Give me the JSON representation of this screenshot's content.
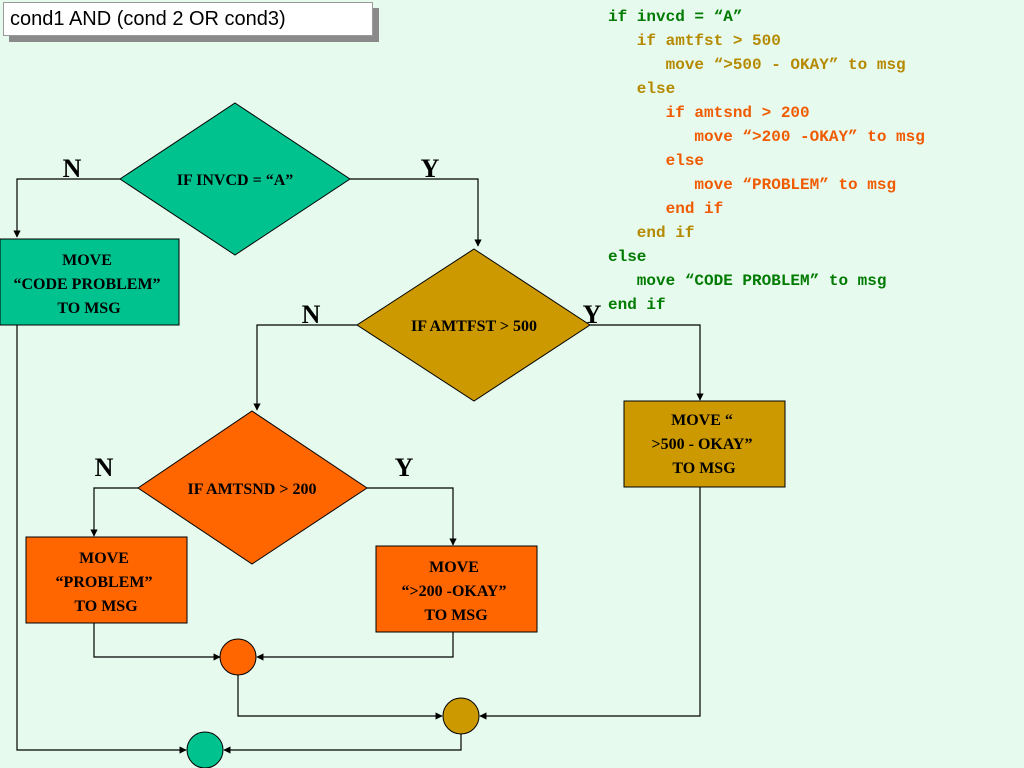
{
  "title": "cond1 AND (cond 2 OR cond3)",
  "colors": {
    "background": "#e6fbee",
    "teal": "#00c28f",
    "gold": "#cc9900",
    "orange": "#ff6600",
    "code_green": "#007a00",
    "code_gold": "#b58900",
    "code_orange": "#f05a00"
  },
  "flowchart": {
    "decision_invcd": "IF INVCD = “A”",
    "decision_amtfst": "IF AMTFST > 500",
    "decision_amtsnd": "IF AMTSND > 200",
    "code_problem_box": [
      "MOVE",
      "“CODE PROBLEM”",
      "TO MSG"
    ],
    "okay_500_box": [
      "MOVE “",
      ">500 - OKAY”",
      "TO MSG"
    ],
    "problem_box": [
      "MOVE",
      "“PROBLEM”",
      "TO MSG"
    ],
    "okay_200_box": [
      "MOVE",
      "“>200 -OKAY”",
      "TO MSG"
    ],
    "yes": "Y",
    "no": "N"
  },
  "code_lines": [
    {
      "text": "if invcd = “A”",
      "color": "green"
    },
    {
      "text": "   if amtfst > 500",
      "color": "gold"
    },
    {
      "text": "      move “>500 - OKAY” to msg",
      "color": "gold"
    },
    {
      "text": "   else",
      "color": "gold"
    },
    {
      "text": "      if amtsnd > 200",
      "color": "orange"
    },
    {
      "text": "         move “>200 -OKAY” to msg",
      "color": "orange"
    },
    {
      "text": "      else",
      "color": "orange"
    },
    {
      "text": "         move “PROBLEM” to msg",
      "color": "orange"
    },
    {
      "text": "      end if",
      "color": "orange"
    },
    {
      "text": "   end if",
      "color": "gold"
    },
    {
      "text": "else",
      "color": "green"
    },
    {
      "text": "   move “CODE PROBLEM” to msg",
      "color": "green"
    },
    {
      "text": "end if",
      "color": "green"
    }
  ]
}
